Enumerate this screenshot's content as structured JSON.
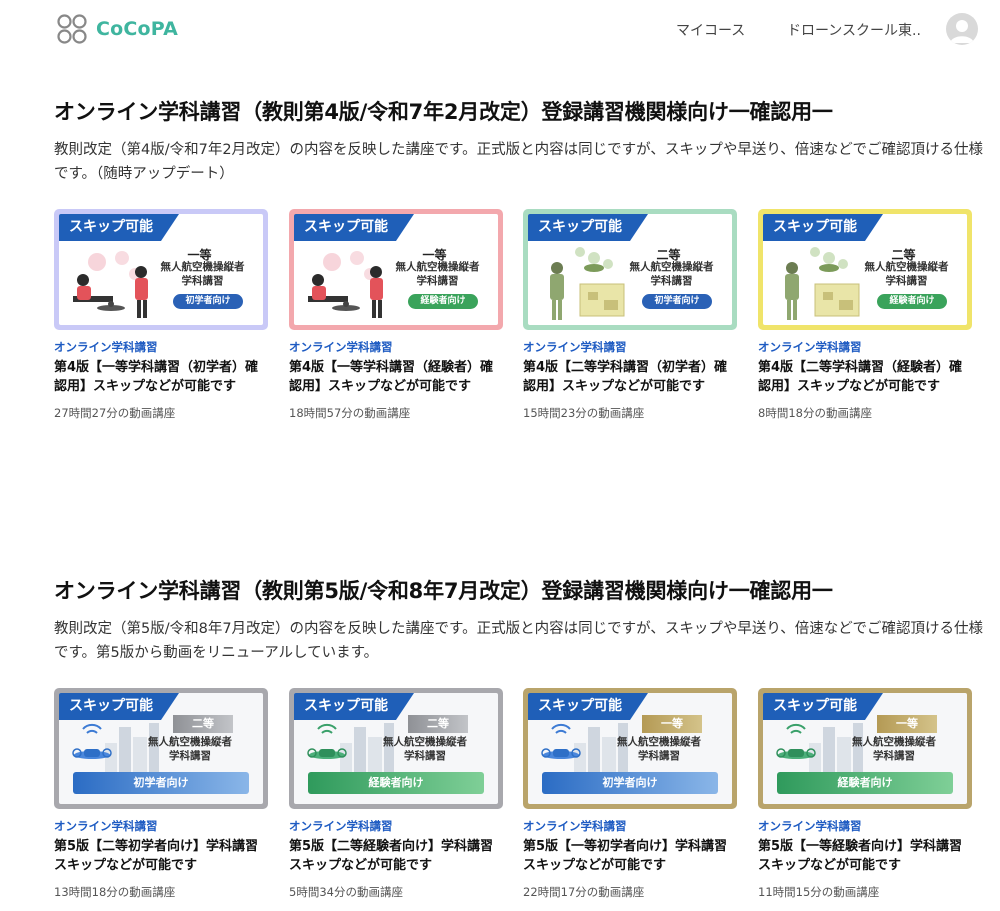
{
  "header": {
    "logo_text": "CoCoPA",
    "nav": {
      "my_course": "マイコース",
      "school": "ドローンスクール東..."
    },
    "brand_color": "#3fb59f"
  },
  "sections": [
    {
      "title": "オンライン学科講習（教則第4版/令和7年2月改定）登録講習機関様向け一確認用一",
      "description": "教則改定（第4版/令和7年2月改定）の内容を反映した講座です。正式版と内容は同じですが、スキップや早送り、倍速などでご確認頂ける仕様です。（随時アップデート）",
      "cards": [
        {
          "skip": "スキップ可能",
          "grade": "一等",
          "license": "無人航空機操縦者\n学科講習",
          "tag": "初学者向け",
          "category": "オンライン学科講習",
          "title": "第4版【一等学科講習（初学者）確認用】スキップなどが可能です",
          "duration": "27時間27分の動画講座",
          "frame_color": "#c9c9f7"
        },
        {
          "skip": "スキップ可能",
          "grade": "一等",
          "license": "無人航空機操縦者\n学科講習",
          "tag": "経験者向け",
          "category": "オンライン学科講習",
          "title": "第4版【一等学科講習（経験者）確認用】スキップなどが可能です",
          "duration": "18時間57分の動画講座",
          "frame_color": "#f3a8ad"
        },
        {
          "skip": "スキップ可能",
          "grade": "二等",
          "license": "無人航空機操縦者\n学科講習",
          "tag": "初学者向け",
          "category": "オンライン学科講習",
          "title": "第4版【二等学科講習（初学者）確認用】スキップなどが可能です",
          "duration": "15時間23分の動画講座",
          "frame_color": "#a9dcc1"
        },
        {
          "skip": "スキップ可能",
          "grade": "二等",
          "license": "無人航空機操縦者\n学科講習",
          "tag": "経験者向け",
          "category": "オンライン学科講習",
          "title": "第4版【二等学科講習（経験者）確認用】スキップなどが可能です",
          "duration": "8時間18分の動画講座",
          "frame_color": "#f0e46a"
        }
      ]
    },
    {
      "title": "オンライン学科講習（教則第5版/令和8年7月改定）登録講習機関様向け一確認用一",
      "description": "教則改定（第5版/令和8年7月改定）の内容を反映した講座です。正式版と内容は同じですが、スキップや早送り、倍速などでご確認頂ける仕様です。第5版から動画をリニューアルしています。",
      "cards": [
        {
          "skip": "スキップ可能",
          "grade": "二等",
          "license": "無人航空機操縦者\n学科講習",
          "tag": "初学者向け",
          "category": "オンライン学科講習",
          "title": "第5版【二等初学者向け】学科講習スキップなどが可能です",
          "duration": "13時間18分の動画講座",
          "frame_color": "#a8a8ad"
        },
        {
          "skip": "スキップ可能",
          "grade": "二等",
          "license": "無人航空機操縦者\n学科講習",
          "tag": "経験者向け",
          "category": "オンライン学科講習",
          "title": "第5版【二等経験者向け】学科講習スキップなどが可能です",
          "duration": "5時間34分の動画講座",
          "frame_color": "#a8a8ad"
        },
        {
          "skip": "スキップ可能",
          "grade": "一等",
          "license": "無人航空機操縦者\n学科講習",
          "tag": "初学者向け",
          "category": "オンライン学科講習",
          "title": "第5版【一等初学者向け】学科講習スキップなどが可能です",
          "duration": "22時間17分の動画講座",
          "frame_color": "#b9a46b"
        },
        {
          "skip": "スキップ可能",
          "grade": "一等",
          "license": "無人航空機操縦者\n学科講習",
          "tag": "経験者向け",
          "category": "オンライン学科講習",
          "title": "第5版【一等経験者向け】学科講習スキップなどが可能です",
          "duration": "11時間15分の動画講座",
          "frame_color": "#b9a46b"
        }
      ]
    }
  ]
}
